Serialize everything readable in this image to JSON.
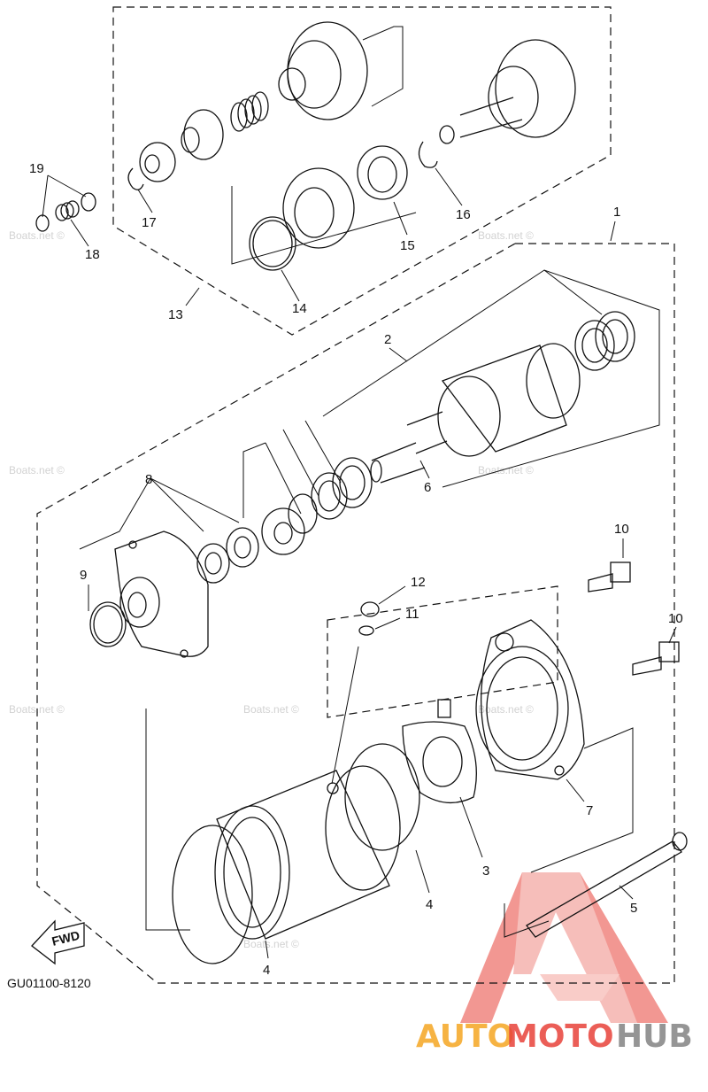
{
  "diagram": {
    "drawing_code": "GU01100-8120",
    "fwd_label": "FWD",
    "watermark_text": "Boats.net ©",
    "callouts": [
      "1",
      "2",
      "3",
      "4",
      "4",
      "5",
      "6",
      "7",
      "8",
      "9",
      "10",
      "10",
      "11",
      "12",
      "13",
      "14",
      "15",
      "16",
      "17",
      "18",
      "19"
    ]
  },
  "brand": {
    "part1": "AUTO",
    "part2": "MOTO",
    "part3": "HUB",
    "color_orange": "#f5a623",
    "color_red": "#e8433a",
    "color_gray": "#8a8a8a"
  }
}
